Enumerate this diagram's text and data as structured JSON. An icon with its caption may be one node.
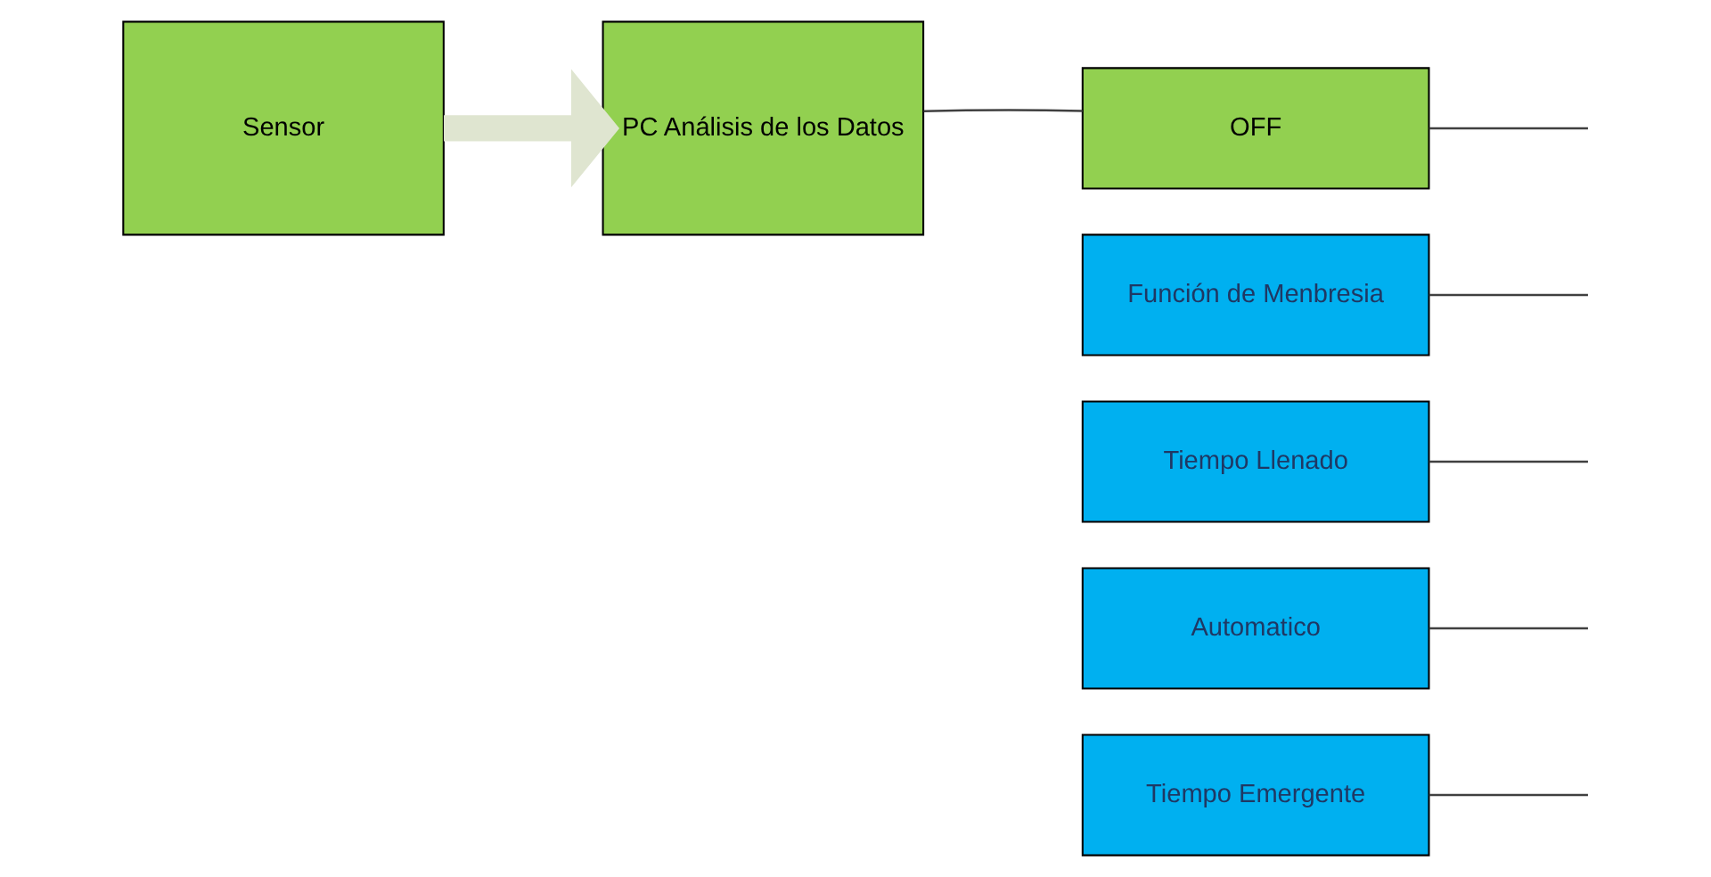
{
  "diagram": {
    "nodes": [
      {
        "text": [
          "Sensor"
        ]
      },
      {
        "text": [
          "PC Análisis de los Datos"
        ]
      },
      {
        "text": [
          "OFF"
        ]
      },
      {
        "text": [
          "Función de Menbresia"
        ]
      },
      {
        "text": [
          "Tiempo Llenado"
        ]
      },
      {
        "text": [
          "Automatico"
        ]
      },
      {
        "text": [
          "Tiempo Emergente"
        ]
      }
    ],
    "edges": [
      {
        "from": 0,
        "to": 1,
        "arrow": "to",
        "style": "thick",
        "color": "#dfe5d0"
      },
      {
        "from": 1,
        "to": 2,
        "arrow": "none"
      },
      {
        "from": 2,
        "to": null,
        "arrow": "none"
      },
      {
        "from": 3,
        "to": null,
        "arrow": "none"
      },
      {
        "from": 4,
        "to": null,
        "arrow": "none"
      },
      {
        "from": 5,
        "to": null,
        "arrow": "none"
      },
      {
        "from": 6,
        "to": null,
        "arrow": "none"
      }
    ]
  }
}
